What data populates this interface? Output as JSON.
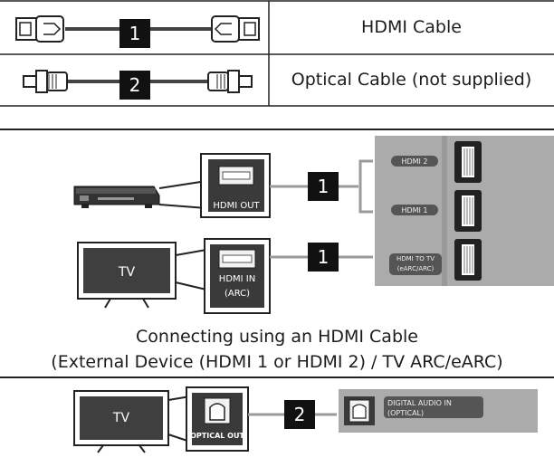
{
  "legend": [
    {
      "number": "1",
      "label": "HDMI Cable"
    },
    {
      "number": "2",
      "label": "Optical Cable (not supplied)"
    }
  ],
  "hdmi_section": {
    "device_port_label": "HDMI OUT",
    "tv_label": "TV",
    "tv_port_label_line1": "HDMI IN",
    "tv_port_label_line2": "(ARC)",
    "cable_number_top": "1",
    "cable_number_bottom": "1",
    "soundbar_port_1": "HDMI 2",
    "soundbar_port_2": "HDMI 1",
    "soundbar_port_3_line1": "HDMI TO TV",
    "soundbar_port_3_line2": "(eARC/ARC)"
  },
  "caption": {
    "line1": "Connecting using an HDMI Cable",
    "line2": "(External Device (HDMI 1 or HDMI 2) / TV ARC/eARC)"
  },
  "optical_section": {
    "tv_label": "TV",
    "tv_port_label": "OPTICAL OUT",
    "cable_number": "2",
    "soundbar_port_line1": "DIGITAL AUDIO IN",
    "soundbar_port_line2": "(OPTICAL)"
  },
  "colors": {
    "panel_gray": "#a9a9a9",
    "dark_gray": "#3a3a3a",
    "badge_black": "#111111",
    "line_gray": "#9a9a9a"
  }
}
